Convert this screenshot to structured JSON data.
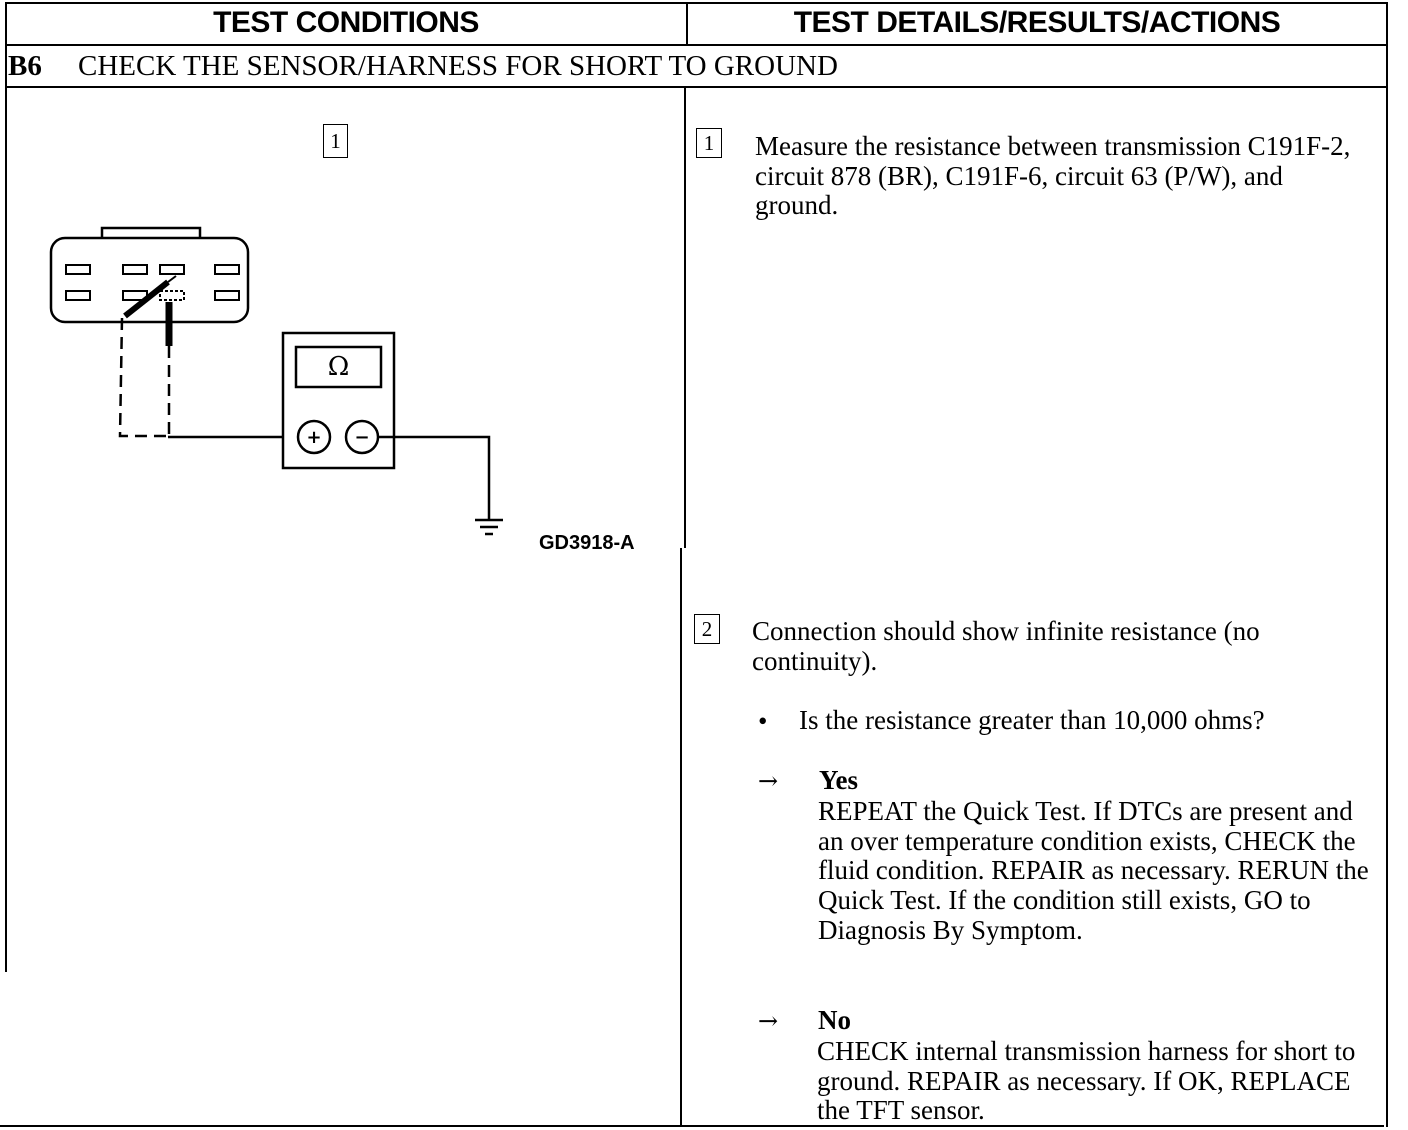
{
  "header": {
    "left_title": "TEST CONDITIONS",
    "right_title": "TEST DETAILS/RESULTS/ACTIONS"
  },
  "step": {
    "code": "B6",
    "title": "CHECK THE SENSOR/HARNESS FOR SHORT TO GROUND"
  },
  "diagram": {
    "step_marker": "1",
    "meter_symbol": "Ω",
    "plus_symbol": "+",
    "minus_symbol": "−",
    "figure_id": "GD3918-A"
  },
  "details": {
    "step1_marker": "1",
    "step1_text": "Measure the resistance between transmission C191F-2, circuit 878 (BR), C191F-6, circuit 63 (P/W), and ground.",
    "step2_marker": "2",
    "step2_text": "Connection should show infinite resistance (no continuity).",
    "bullet_symbol": "•",
    "question": "Is the resistance greater than 10,000 ohms?",
    "arrow_symbol": "→",
    "yes_label": "Yes",
    "yes_action": "REPEAT the Quick Test. If DTCs are present and an over temperature condition exists, CHECK the fluid condition. REPAIR as necessary. RERUN the Quick Test. If the condition still exists, GO to Diagnosis By Symptom.",
    "no_label": "No",
    "no_action": "CHECK internal transmission harness for short to ground. REPAIR as necessary. If OK, REPLACE the TFT sensor."
  }
}
